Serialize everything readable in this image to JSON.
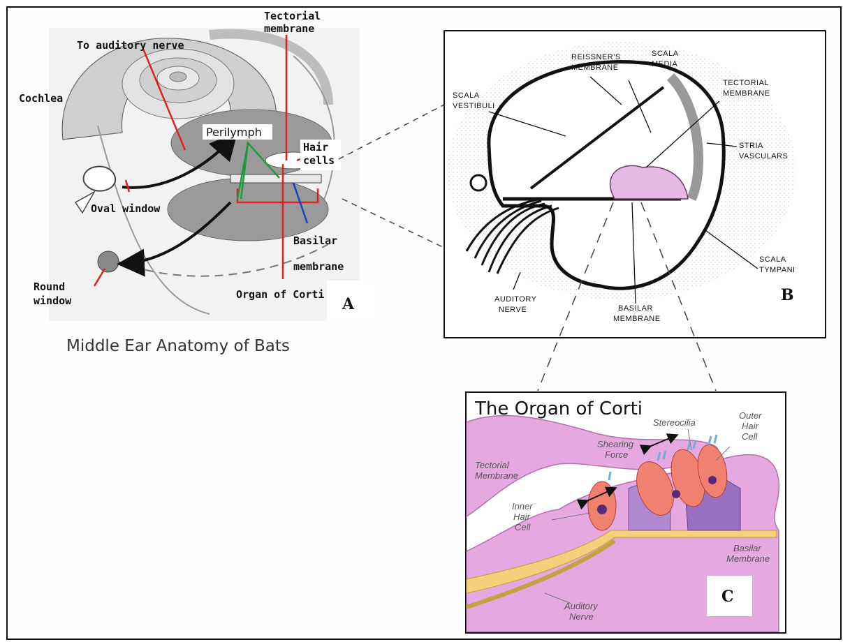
{
  "panel_a": {
    "labels": {
      "tectorial_membrane_1": "Tectorial",
      "tectorial_membrane_2": "membrane",
      "to_auditory_nerve": "To auditory nerve",
      "cochlea": "Cochlea",
      "perilymph": "Perilymph",
      "hair_cells_1": "Hair",
      "hair_cells_2": "cells",
      "oval_window": "Oval window",
      "basilar_membrane_1": "Basilar",
      "basilar_membrane_2": "membrane",
      "round_window_1": "Round",
      "round_window_2": "window",
      "organ_of_corti": "Organ of Corti"
    },
    "letter": "A",
    "caption": "Middle Ear Anatomy of Bats"
  },
  "panel_b": {
    "labels": {
      "scala_vestibuli_1": "SCALA",
      "scala_vestibuli_2": "VESTIBULI",
      "reissners_1": "REISSNER'S",
      "reissners_2": "MEMBRANE",
      "scala_media_1": "SCALA",
      "scala_media_2": "MEDIA",
      "tectorial_1": "TECTORIAL",
      "tectorial_2": "MEMBRANE",
      "stria_1": "STRIA",
      "stria_2": "VASCULARS",
      "scala_tympani_1": "SCALA",
      "scala_tympani_2": "TYMPANI",
      "auditory_nerve_1": "AUDITORY",
      "auditory_nerve_2": "NERVE",
      "basilar_1": "BASILAR",
      "basilar_2": "MEMBRANE"
    },
    "letter": "B"
  },
  "panel_c": {
    "title": "The Organ of Corti",
    "labels": {
      "stereocilia": "Stereocilia",
      "outer_1": "Outer",
      "outer_2": "Hair",
      "outer_3": "Cell",
      "shearing_1": "Shearing",
      "shearing_2": "Force",
      "tectorial_1": "Tectorial",
      "tectorial_2": "Membrane",
      "inner_1": "Inner",
      "inner_2": "Hair",
      "inner_3": "Cell",
      "basilar_1": "Basilar",
      "basilar_2": "Membrane",
      "auditory_1": "Auditory",
      "auditory_2": "Nerve"
    },
    "letter": "C"
  },
  "colors": {
    "label_line_red": "#e0201e",
    "label_line_green": "#1c9a3a",
    "label_line_blue": "#1f3fbf",
    "tissue_pink": "#e6a8e0",
    "hair_cell_salmon": "#f08070",
    "purple_cells": "#9a6fc0"
  }
}
